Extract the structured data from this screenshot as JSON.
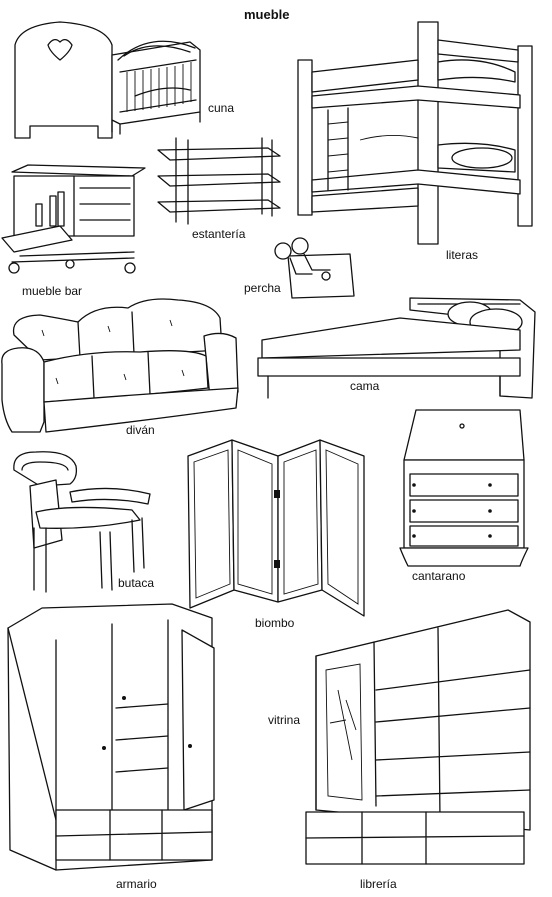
{
  "title": "mueble",
  "labels": {
    "cuna": "cuna",
    "literas": "literas",
    "estanteria": "estantería",
    "mueble_bar": "mueble bar",
    "percha": "percha",
    "divan": "diván",
    "cama": "cama",
    "butaca": "butaca",
    "biombo": "biombo",
    "cantarano": "cantarano",
    "armario": "armario",
    "vitrina": "vitrina",
    "libreria": "librería"
  }
}
